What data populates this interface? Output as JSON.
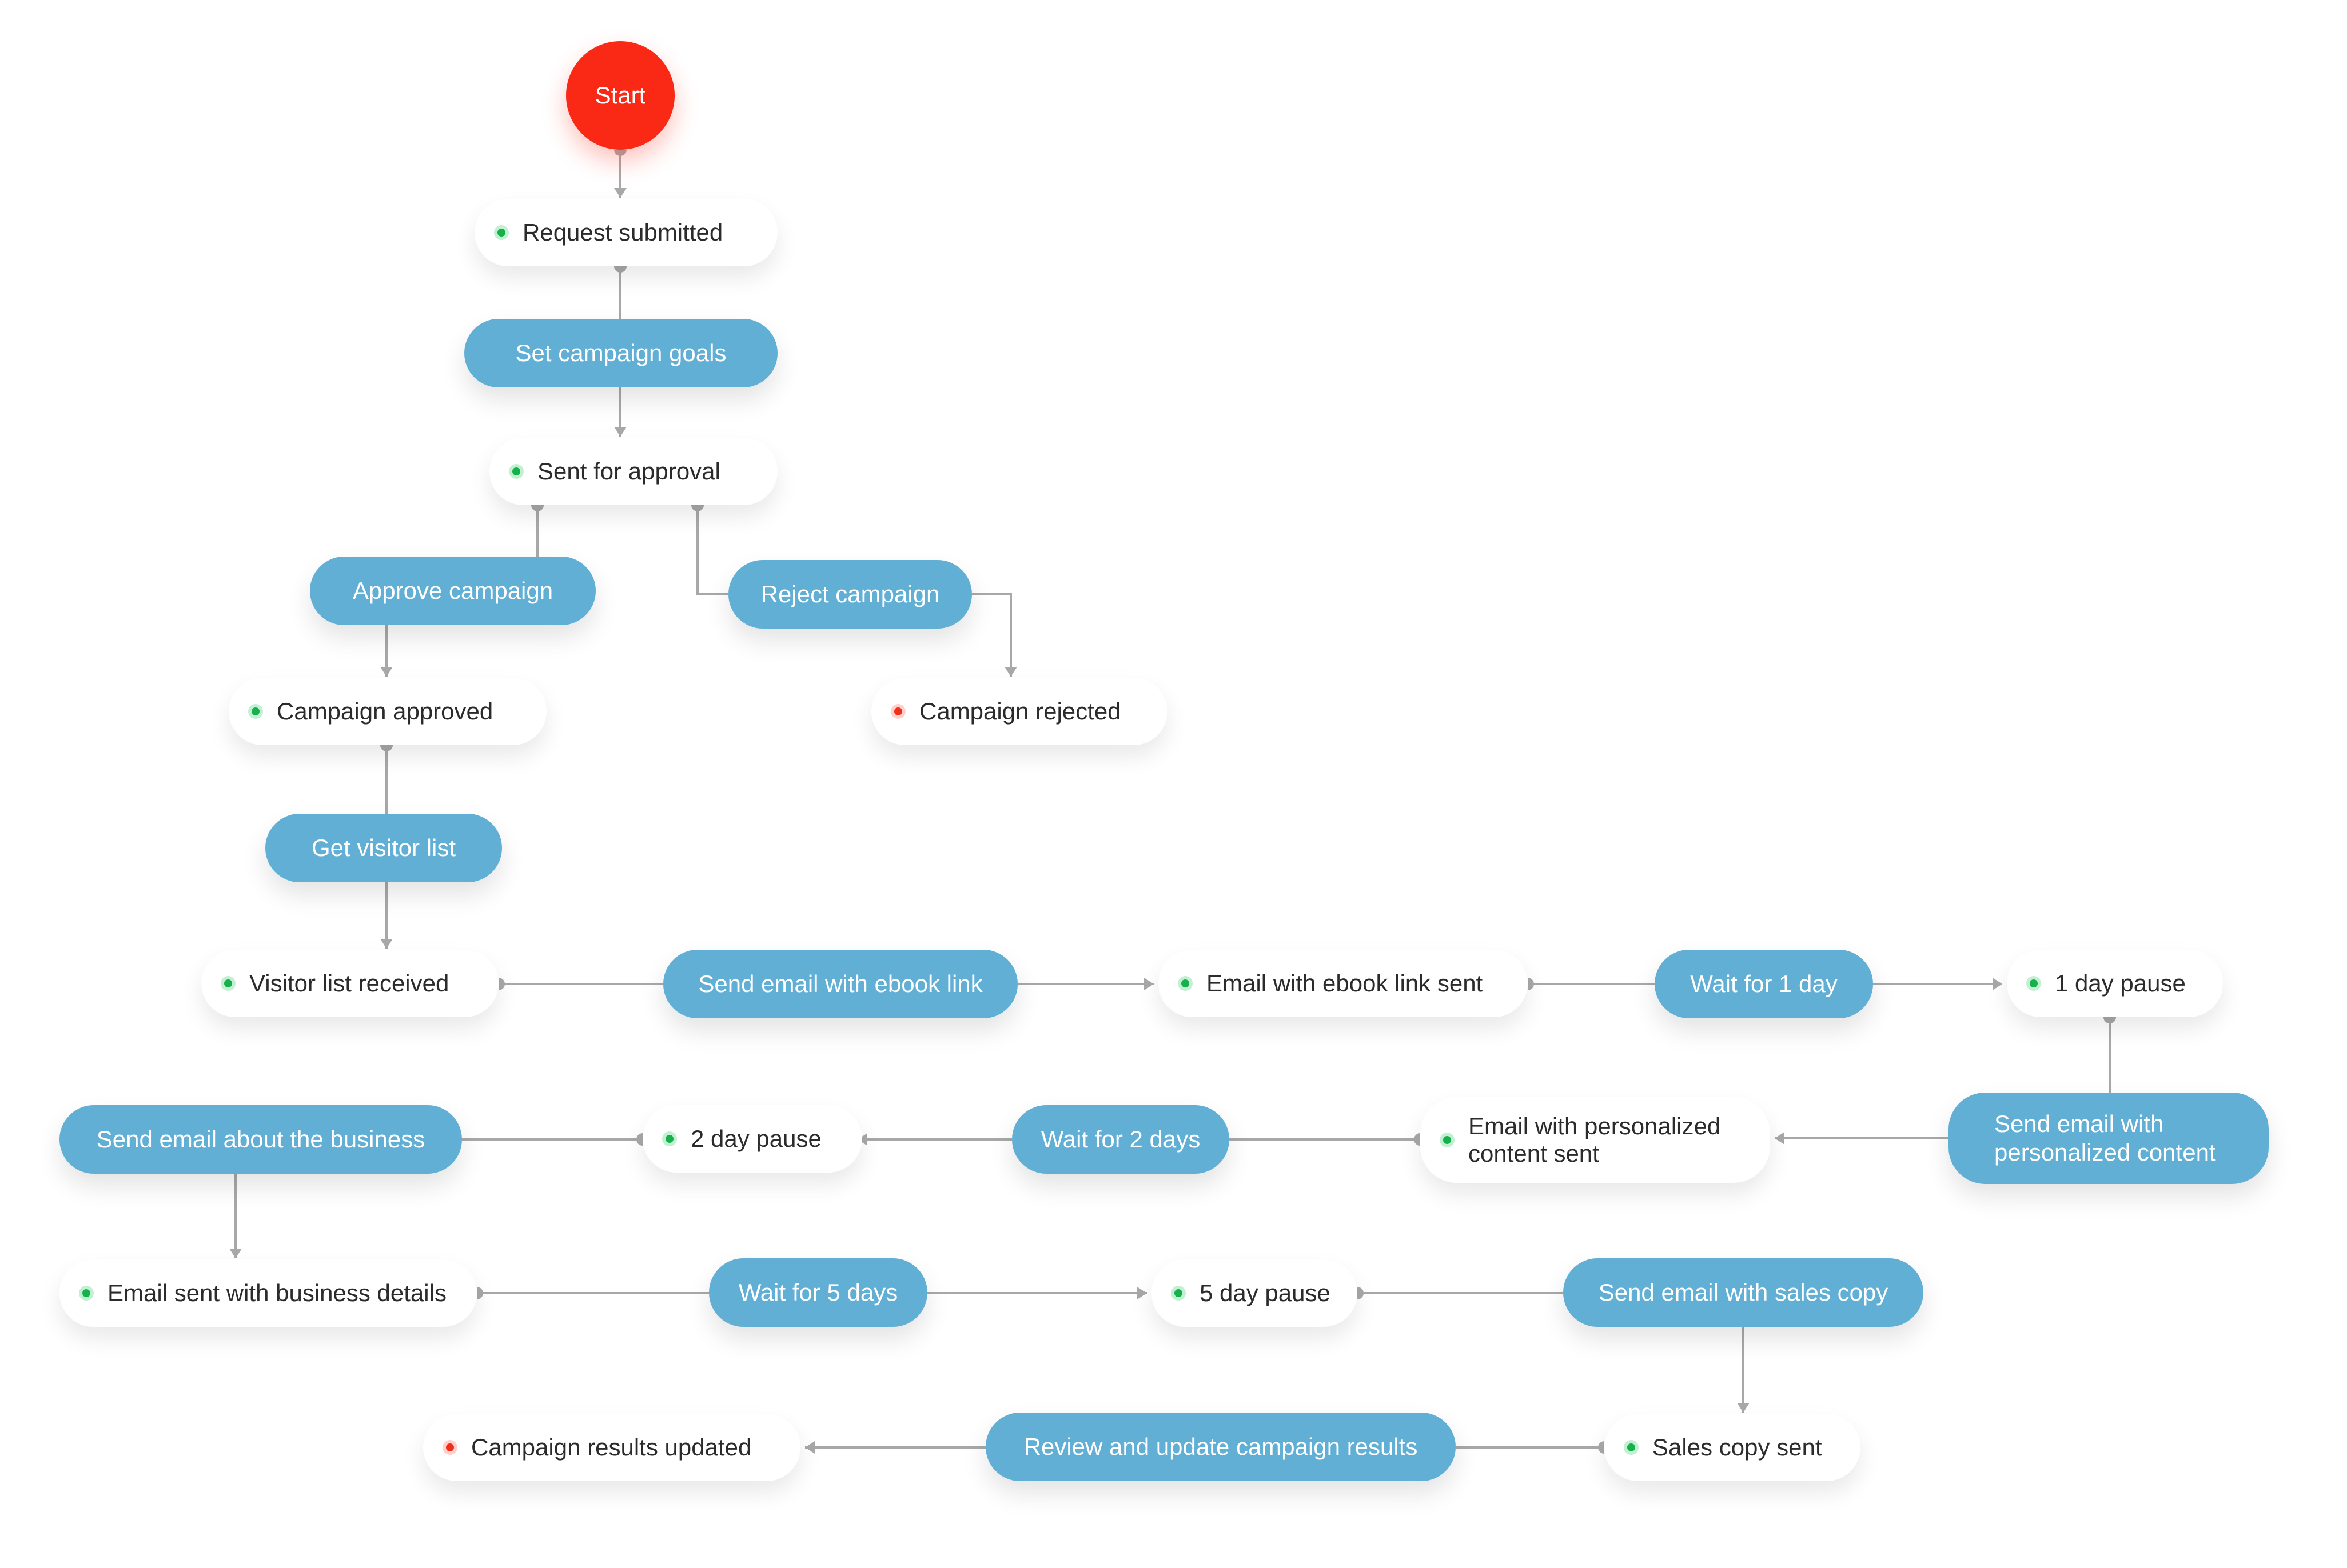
{
  "nodes": [
    {
      "id": "start",
      "kind": "start",
      "label": "Start"
    },
    {
      "id": "request-submitted",
      "kind": "state",
      "status": "green",
      "label": "Request submitted"
    },
    {
      "id": "set-campaign-goals",
      "kind": "action",
      "label": "Set campaign goals"
    },
    {
      "id": "sent-for-approval",
      "kind": "state",
      "status": "green",
      "label": "Sent for approval"
    },
    {
      "id": "approve-campaign",
      "kind": "action",
      "label": "Approve campaign"
    },
    {
      "id": "reject-campaign",
      "kind": "action",
      "label": "Reject campaign"
    },
    {
      "id": "campaign-approved",
      "kind": "state",
      "status": "green",
      "label": "Campaign approved"
    },
    {
      "id": "campaign-rejected",
      "kind": "state",
      "status": "red",
      "label": "Campaign rejected"
    },
    {
      "id": "get-visitor-list",
      "kind": "action",
      "label": "Get visitor list"
    },
    {
      "id": "visitor-list-received",
      "kind": "state",
      "status": "green",
      "label": "Visitor list received"
    },
    {
      "id": "send-email-ebook",
      "kind": "action",
      "label": "Send email with ebook link"
    },
    {
      "id": "email-ebook-sent",
      "kind": "state",
      "status": "green",
      "label": "Email with ebook link sent"
    },
    {
      "id": "wait-1-day",
      "kind": "action",
      "label": "Wait for 1 day"
    },
    {
      "id": "one-day-pause",
      "kind": "state",
      "status": "green",
      "label": "1 day pause"
    },
    {
      "id": "send-email-personalized",
      "kind": "action",
      "label": "Send email with personalized content"
    },
    {
      "id": "email-personalized-sent",
      "kind": "state",
      "status": "green",
      "label": "Email with personalized content sent"
    },
    {
      "id": "wait-2-days",
      "kind": "action",
      "label": "Wait for 2 days"
    },
    {
      "id": "two-day-pause",
      "kind": "state",
      "status": "green",
      "label": "2 day pause"
    },
    {
      "id": "send-email-business",
      "kind": "action",
      "label": "Send email about the business"
    },
    {
      "id": "email-business-sent",
      "kind": "state",
      "status": "green",
      "label": "Email sent with business details"
    },
    {
      "id": "wait-5-days",
      "kind": "action",
      "label": "Wait for 5 days"
    },
    {
      "id": "five-day-pause",
      "kind": "state",
      "status": "green",
      "label": "5 day pause"
    },
    {
      "id": "send-email-sales",
      "kind": "action",
      "label": "Send email with sales copy"
    },
    {
      "id": "sales-copy-sent",
      "kind": "state",
      "status": "green",
      "label": "Sales copy sent"
    },
    {
      "id": "review-update-results",
      "kind": "action",
      "label": "Review and update campaign results"
    },
    {
      "id": "campaign-results-updated",
      "kind": "state",
      "status": "red",
      "label": "Campaign results updated"
    }
  ],
  "edges": [
    {
      "from": "start",
      "to": "request-submitted"
    },
    {
      "from": "request-submitted",
      "to": "set-campaign-goals"
    },
    {
      "from": "set-campaign-goals",
      "to": "sent-for-approval"
    },
    {
      "from": "sent-for-approval",
      "to": "approve-campaign"
    },
    {
      "from": "sent-for-approval",
      "to": "reject-campaign"
    },
    {
      "from": "approve-campaign",
      "to": "campaign-approved"
    },
    {
      "from": "reject-campaign",
      "to": "campaign-rejected"
    },
    {
      "from": "campaign-approved",
      "to": "get-visitor-list"
    },
    {
      "from": "get-visitor-list",
      "to": "visitor-list-received"
    },
    {
      "from": "visitor-list-received",
      "to": "send-email-ebook"
    },
    {
      "from": "send-email-ebook",
      "to": "email-ebook-sent"
    },
    {
      "from": "email-ebook-sent",
      "to": "wait-1-day"
    },
    {
      "from": "wait-1-day",
      "to": "one-day-pause"
    },
    {
      "from": "one-day-pause",
      "to": "send-email-personalized"
    },
    {
      "from": "send-email-personalized",
      "to": "email-personalized-sent"
    },
    {
      "from": "email-personalized-sent",
      "to": "wait-2-days"
    },
    {
      "from": "wait-2-days",
      "to": "two-day-pause"
    },
    {
      "from": "two-day-pause",
      "to": "send-email-business"
    },
    {
      "from": "send-email-business",
      "to": "email-business-sent"
    },
    {
      "from": "email-business-sent",
      "to": "wait-5-days"
    },
    {
      "from": "wait-5-days",
      "to": "five-day-pause"
    },
    {
      "from": "five-day-pause",
      "to": "send-email-sales"
    },
    {
      "from": "send-email-sales",
      "to": "sales-copy-sent"
    },
    {
      "from": "sales-copy-sent",
      "to": "review-update-results"
    },
    {
      "from": "review-update-results",
      "to": "campaign-results-updated"
    }
  ],
  "colors": {
    "action_fill": "#62afd6",
    "start_fill": "#fa2916",
    "status_green": "#17b14b",
    "status_red": "#f0301d",
    "connector": "#a8a8a8"
  }
}
